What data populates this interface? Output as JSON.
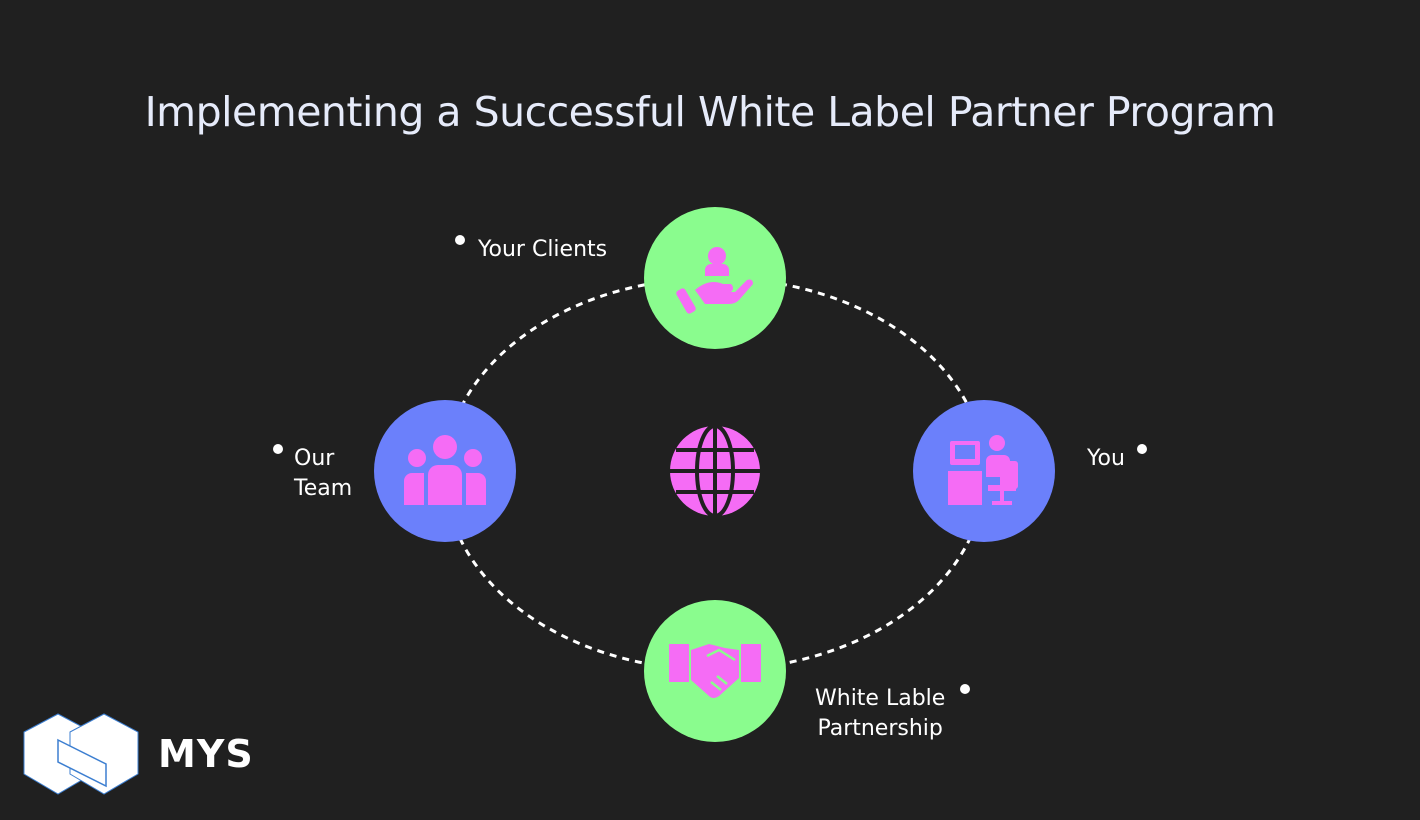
{
  "title": "Implementing a Successful White Label Partner Program",
  "nodes": {
    "clients": {
      "label": "Your Clients",
      "icon": "client-care-icon"
    },
    "team": {
      "label_line1": "Our",
      "label_line2": "Team",
      "icon": "team-icon"
    },
    "you": {
      "label": "You",
      "icon": "workstation-icon"
    },
    "partnership": {
      "label_line1": "White Lable",
      "label_line2": "Partnership",
      "icon": "handshake-icon"
    },
    "center": {
      "icon": "globe-icon"
    }
  },
  "brand": {
    "name": "MYS"
  },
  "colors": {
    "background": "#202020",
    "green": "#8afc8e",
    "blue": "#6b80fb",
    "pink": "#f56cf5"
  }
}
